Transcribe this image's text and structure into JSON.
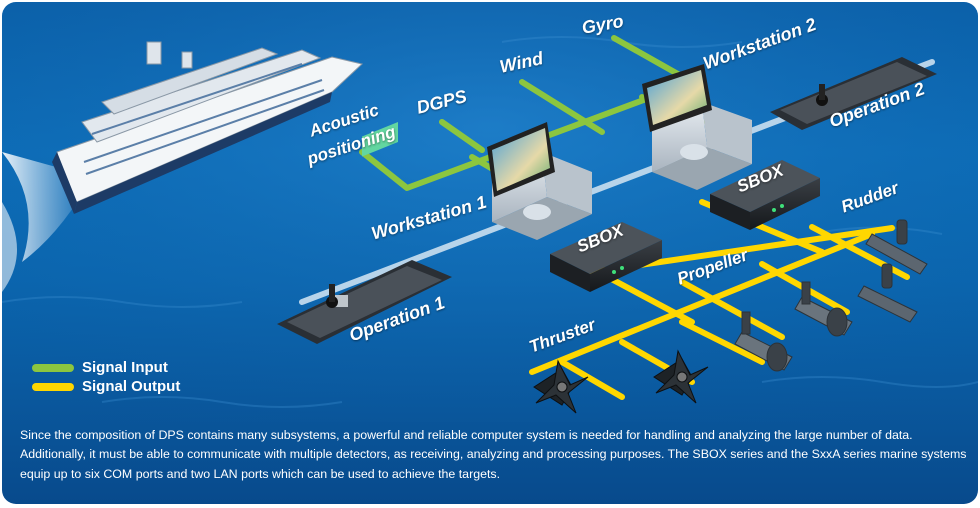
{
  "colors": {
    "signal_input": "#8cc63f",
    "signal_output": "#ffd700",
    "lan": "#b8d4ea"
  },
  "labels": {
    "gyro": "Gyro",
    "wind": "Wind",
    "dgps": "DGPS",
    "acoustic_line1": "Acoustic",
    "acoustic_line2": "positioning",
    "workstation1": "Workstation 1",
    "workstation2": "Workstation 2",
    "operation1": "Operation 1",
    "operation2": "Operation 2",
    "sbox1": "SBOX",
    "sbox2": "SBOX",
    "rudder": "Rudder",
    "propeller": "Propeller",
    "thruster": "Thruster"
  },
  "legend": {
    "input_label": "Signal Input",
    "output_label": "Signal Output"
  },
  "caption": "Since the composition of DPS contains many subsystems, a powerful and reliable computer system is needed for handling and analyzing the large number of data. Additionally, it must be able to communicate with multiple detectors, as receiving, analyzing and processing purposes. The SBOX series and the SxxA series marine systems equip up to six COM ports and two LAN ports which can be used to achieve the targets."
}
